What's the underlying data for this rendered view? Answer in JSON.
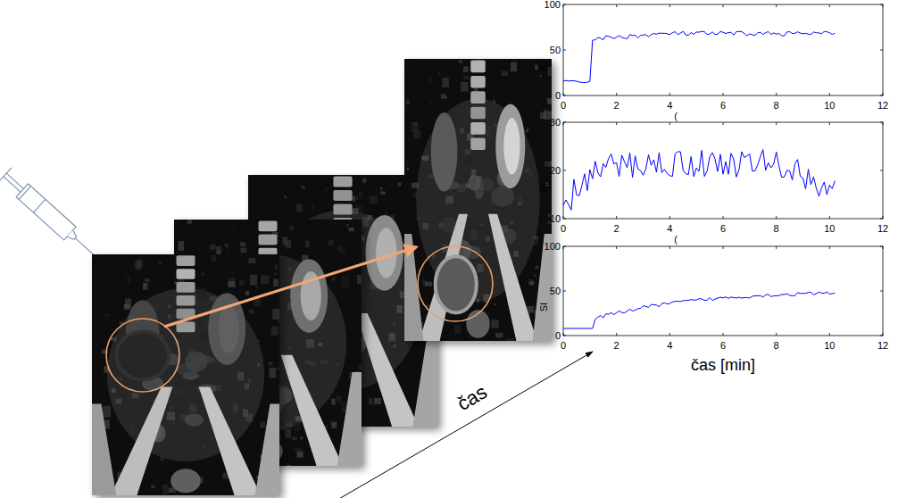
{
  "diagram": {
    "labels": [
      "SI",
      "100",
      "50",
      "0",
      "0",
      "2",
      "4",
      "6",
      "8",
      "10",
      "12",
      "(",
      "SI",
      "30",
      "20",
      "10",
      "0",
      "2",
      "4",
      "6",
      "8",
      "10",
      "12",
      "(",
      "SI",
      "100",
      "50",
      "0",
      "0",
      "2",
      "4",
      "6",
      "8",
      "10",
      "12",
      "čas [min]",
      "čas",
      "..."
    ]
  }
}
